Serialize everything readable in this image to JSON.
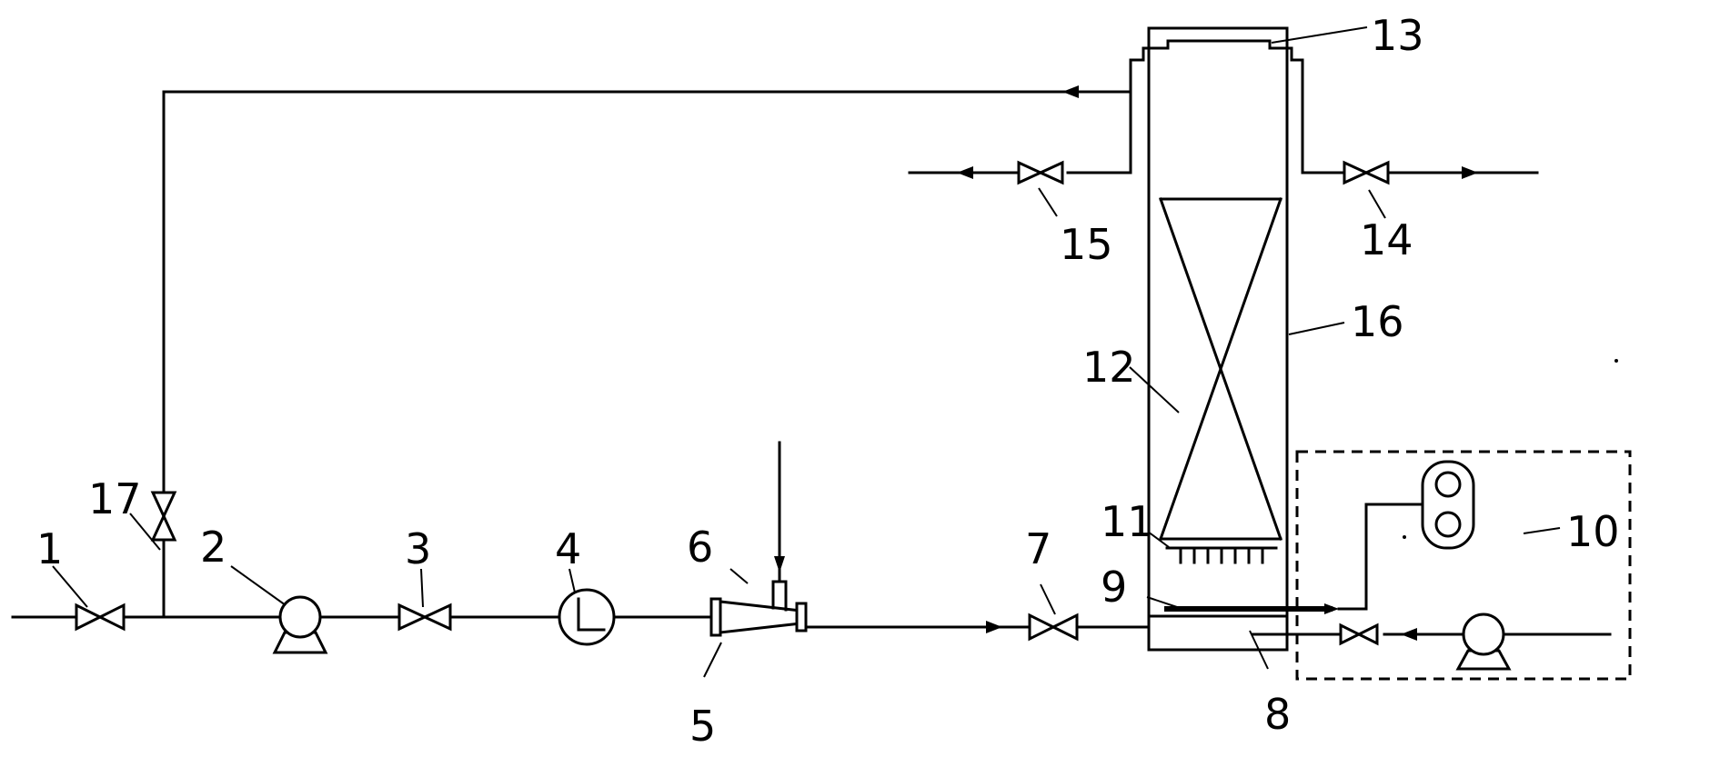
{
  "diagram": {
    "labels": {
      "l1": "1",
      "l2": "2",
      "l3": "3",
      "l4": "4",
      "l5": "5",
      "l6": "6",
      "l7": "7",
      "l8": "8",
      "l9": "9",
      "l10": "10",
      "l11": "11",
      "l12": "12",
      "l13": "13",
      "l14": "14",
      "l15": "15",
      "l16": "16",
      "l17": "17"
    }
  }
}
